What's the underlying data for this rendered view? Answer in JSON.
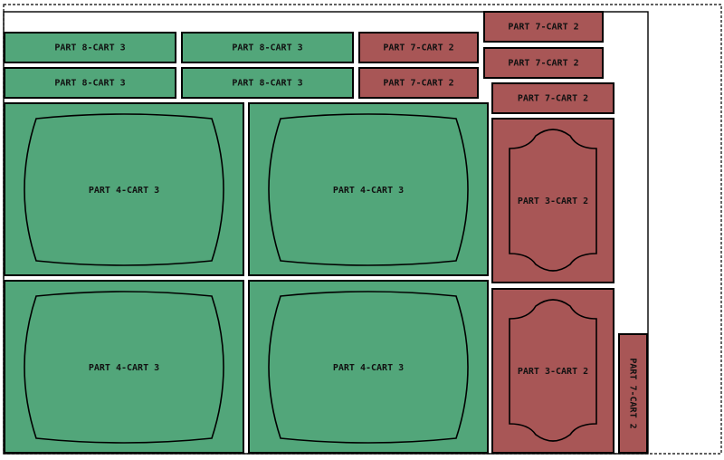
{
  "colors": {
    "cart_3": "#52a67a",
    "cart_2": "#a85656",
    "sheet": "#ffffff",
    "outline": "#000000"
  },
  "parts": {
    "p8_1": {
      "label": "PART 8-CART 3",
      "cart": "cart_3"
    },
    "p8_2": {
      "label": "PART 8-CART 3",
      "cart": "cart_3"
    },
    "p8_3": {
      "label": "PART 8-CART 3",
      "cart": "cart_3"
    },
    "p8_4": {
      "label": "PART 8-CART 3",
      "cart": "cart_3"
    },
    "p7_1": {
      "label": "PART 7-CART 2",
      "cart": "cart_2"
    },
    "p7_2": {
      "label": "PART 7-CART 2",
      "cart": "cart_2"
    },
    "p7_3": {
      "label": "PART 7-CART 2",
      "cart": "cart_2"
    },
    "p7_4": {
      "label": "PART 7-CART 2",
      "cart": "cart_2"
    },
    "p7_5": {
      "label": "PART 7-CART 2",
      "cart": "cart_2"
    },
    "p7_6": {
      "label": "PART 7-CART 2",
      "cart": "cart_2"
    },
    "p4_1": {
      "label": "PART 4-CART 3",
      "cart": "cart_3"
    },
    "p4_2": {
      "label": "PART 4-CART 3",
      "cart": "cart_3"
    },
    "p4_3": {
      "label": "PART 4-CART 3",
      "cart": "cart_3"
    },
    "p4_4": {
      "label": "PART 4-CART 3",
      "cart": "cart_3"
    },
    "p3_1": {
      "label": "PART 3-CART 2",
      "cart": "cart_2"
    },
    "p3_2": {
      "label": "PART 3-CART 2",
      "cart": "cart_2"
    }
  }
}
